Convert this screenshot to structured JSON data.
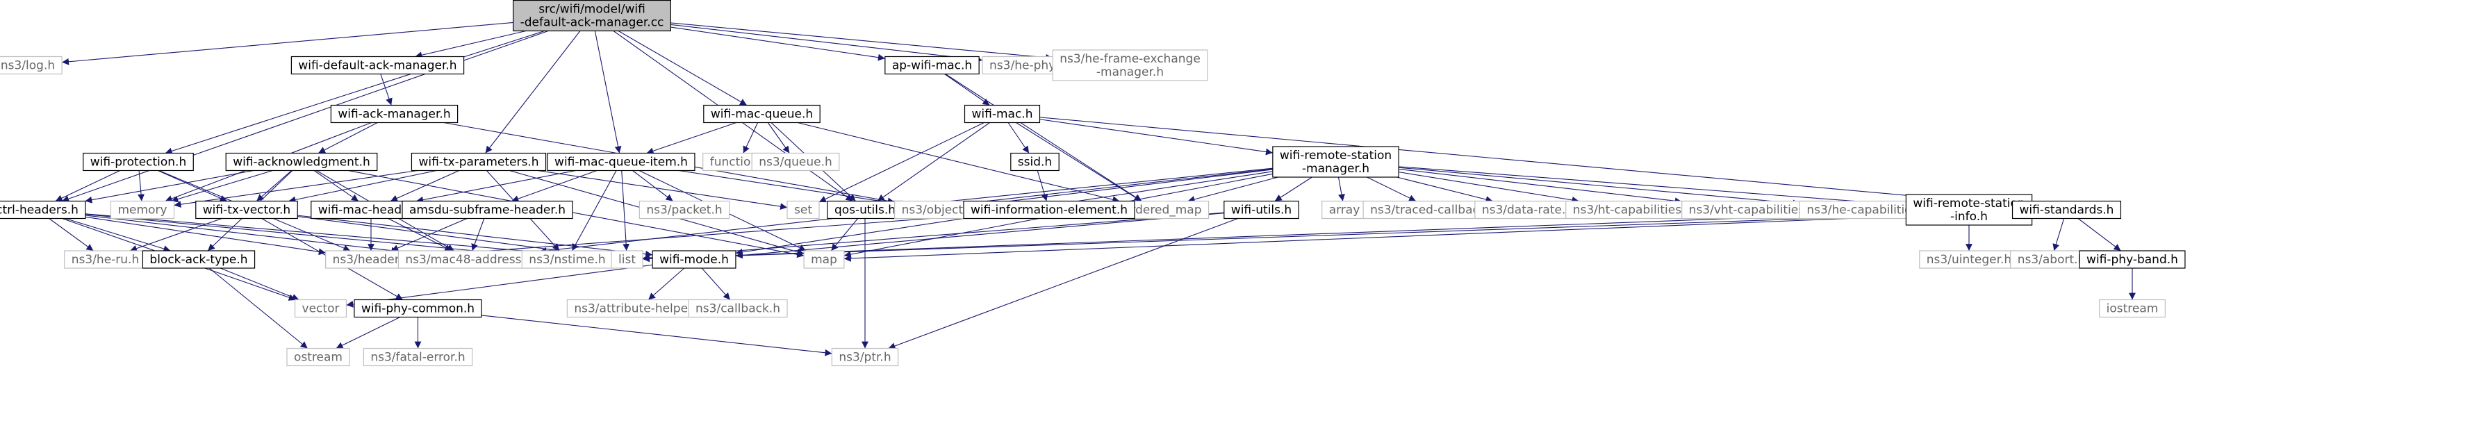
{
  "diagram": {
    "nodes": [
      {
        "id": "root",
        "label": [
          "src/wifi/model/wifi",
          "-default-ack-manager.cc"
        ],
        "kind": "root"
      },
      {
        "id": "log",
        "label": [
          "ns3/log.h"
        ],
        "kind": "external"
      },
      {
        "id": "wdam",
        "label": [
          "wifi-default-ack-manager.h"
        ],
        "kind": "local"
      },
      {
        "id": "apmac",
        "label": [
          "ap-wifi-mac.h"
        ],
        "kind": "local"
      },
      {
        "id": "hephy",
        "label": [
          "ns3/he-phy.h"
        ],
        "kind": "external"
      },
      {
        "id": "hefem",
        "label": [
          "ns3/he-frame-exchange",
          "-manager.h"
        ],
        "kind": "external"
      },
      {
        "id": "wam",
        "label": [
          "wifi-ack-manager.h"
        ],
        "kind": "local"
      },
      {
        "id": "wmq",
        "label": [
          "wifi-mac-queue.h"
        ],
        "kind": "local"
      },
      {
        "id": "wmac",
        "label": [
          "wifi-mac.h"
        ],
        "kind": "local"
      },
      {
        "id": "wprot",
        "label": [
          "wifi-protection.h"
        ],
        "kind": "local"
      },
      {
        "id": "wack",
        "label": [
          "wifi-acknowledgment.h"
        ],
        "kind": "local"
      },
      {
        "id": "wtxp",
        "label": [
          "wifi-tx-parameters.h"
        ],
        "kind": "local"
      },
      {
        "id": "wmqi",
        "label": [
          "wifi-mac-queue-item.h"
        ],
        "kind": "local"
      },
      {
        "id": "functional",
        "label": [
          "functional"
        ],
        "kind": "external"
      },
      {
        "id": "queue",
        "label": [
          "ns3/queue.h"
        ],
        "kind": "external"
      },
      {
        "id": "ssid",
        "label": [
          "ssid.h"
        ],
        "kind": "local"
      },
      {
        "id": "wrsm",
        "label": [
          "wifi-remote-station",
          "-manager.h"
        ],
        "kind": "local"
      },
      {
        "id": "ctrl",
        "label": [
          "ctrl-headers.h"
        ],
        "kind": "local"
      },
      {
        "id": "memory",
        "label": [
          "memory"
        ],
        "kind": "external"
      },
      {
        "id": "wtxv",
        "label": [
          "wifi-tx-vector.h"
        ],
        "kind": "local"
      },
      {
        "id": "wmh",
        "label": [
          "wifi-mac-header.h"
        ],
        "kind": "local"
      },
      {
        "id": "amsdu",
        "label": [
          "amsdu-subframe-header.h"
        ],
        "kind": "local"
      },
      {
        "id": "packet",
        "label": [
          "ns3/packet.h"
        ],
        "kind": "external"
      },
      {
        "id": "set",
        "label": [
          "set"
        ],
        "kind": "external"
      },
      {
        "id": "qos",
        "label": [
          "qos-utils.h"
        ],
        "kind": "local"
      },
      {
        "id": "object",
        "label": [
          "ns3/object.h"
        ],
        "kind": "external"
      },
      {
        "id": "umap",
        "label": [
          "unordered_map"
        ],
        "kind": "external"
      },
      {
        "id": "wie",
        "label": [
          "wifi-information-element.h"
        ],
        "kind": "local"
      },
      {
        "id": "wutils",
        "label": [
          "wifi-utils.h"
        ],
        "kind": "local"
      },
      {
        "id": "array",
        "label": [
          "array"
        ],
        "kind": "external"
      },
      {
        "id": "tcb",
        "label": [
          "ns3/traced-callback.h"
        ],
        "kind": "external"
      },
      {
        "id": "drate",
        "label": [
          "ns3/data-rate.h"
        ],
        "kind": "external"
      },
      {
        "id": "htcap",
        "label": [
          "ns3/ht-capabilities.h"
        ],
        "kind": "external"
      },
      {
        "id": "vhtcap",
        "label": [
          "ns3/vht-capabilities.h"
        ],
        "kind": "external"
      },
      {
        "id": "hecap",
        "label": [
          "ns3/he-capabilities.h"
        ],
        "kind": "external"
      },
      {
        "id": "wrsi",
        "label": [
          "wifi-remote-station",
          "-info.h"
        ],
        "kind": "local"
      },
      {
        "id": "wstd",
        "label": [
          "wifi-standards.h"
        ],
        "kind": "local"
      },
      {
        "id": "heru",
        "label": [
          "ns3/he-ru.h"
        ],
        "kind": "external"
      },
      {
        "id": "bat",
        "label": [
          "block-ack-type.h"
        ],
        "kind": "local"
      },
      {
        "id": "header",
        "label": [
          "ns3/header.h"
        ],
        "kind": "external"
      },
      {
        "id": "mac48",
        "label": [
          "ns3/mac48-address.h"
        ],
        "kind": "external"
      },
      {
        "id": "nstime",
        "label": [
          "ns3/nstime.h"
        ],
        "kind": "external"
      },
      {
        "id": "list",
        "label": [
          "list"
        ],
        "kind": "external"
      },
      {
        "id": "map",
        "label": [
          "map"
        ],
        "kind": "external"
      },
      {
        "id": "wmode",
        "label": [
          "wifi-mode.h"
        ],
        "kind": "local"
      },
      {
        "id": "uinteger",
        "label": [
          "ns3/uinteger.h"
        ],
        "kind": "external"
      },
      {
        "id": "abort",
        "label": [
          "ns3/abort.h"
        ],
        "kind": "external"
      },
      {
        "id": "wpb",
        "label": [
          "wifi-phy-band.h"
        ],
        "kind": "local"
      },
      {
        "id": "vector",
        "label": [
          "vector"
        ],
        "kind": "external"
      },
      {
        "id": "attrh",
        "label": [
          "ns3/attribute-helper.h"
        ],
        "kind": "external"
      },
      {
        "id": "callback",
        "label": [
          "ns3/callback.h"
        ],
        "kind": "external"
      },
      {
        "id": "wpc",
        "label": [
          "wifi-phy-common.h"
        ],
        "kind": "local"
      },
      {
        "id": "iostream",
        "label": [
          "iostream"
        ],
        "kind": "external"
      },
      {
        "id": "ostream",
        "label": [
          "ostream"
        ],
        "kind": "external"
      },
      {
        "id": "fatal",
        "label": [
          "ns3/fatal-error.h"
        ],
        "kind": "external"
      },
      {
        "id": "ptr",
        "label": [
          "ns3/ptr.h"
        ],
        "kind": "external"
      }
    ],
    "edges": [
      [
        "root",
        "log"
      ],
      [
        "root",
        "wdam"
      ],
      [
        "root",
        "apmac"
      ],
      [
        "root",
        "hephy"
      ],
      [
        "root",
        "hefem"
      ],
      [
        "root",
        "wprot"
      ],
      [
        "root",
        "wtxp"
      ],
      [
        "root",
        "wmqi"
      ],
      [
        "root",
        "wmq"
      ],
      [
        "root",
        "qos"
      ],
      [
        "root",
        "ctrl"
      ],
      [
        "wdam",
        "wam"
      ],
      [
        "wam",
        "wack"
      ],
      [
        "wam",
        "memory"
      ],
      [
        "wam",
        "object"
      ],
      [
        "apmac",
        "wmac"
      ],
      [
        "apmac",
        "umap"
      ],
      [
        "wmac",
        "ssid"
      ],
      [
        "wmac",
        "wrsm"
      ],
      [
        "wmac",
        "qos"
      ],
      [
        "wmac",
        "set"
      ],
      [
        "wmac",
        "umap"
      ],
      [
        "wmac",
        "wstd"
      ],
      [
        "wmq",
        "wmqi"
      ],
      [
        "wmq",
        "functional"
      ],
      [
        "wmq",
        "queue"
      ],
      [
        "wmq",
        "qos"
      ],
      [
        "wmq",
        "umap"
      ],
      [
        "wprot",
        "wtxv"
      ],
      [
        "wprot",
        "ctrl"
      ],
      [
        "wprot",
        "memory"
      ],
      [
        "wprot",
        "header"
      ],
      [
        "wack",
        "wtxv"
      ],
      [
        "wack",
        "ctrl"
      ],
      [
        "wack",
        "memory"
      ],
      [
        "wack",
        "wmh"
      ],
      [
        "wack",
        "bat"
      ],
      [
        "wack",
        "mac48"
      ],
      [
        "wack",
        "map"
      ],
      [
        "wtxp",
        "wtxv"
      ],
      [
        "wtxp",
        "wmh"
      ],
      [
        "wtxp",
        "memory"
      ],
      [
        "wtxp",
        "set"
      ],
      [
        "wtxp",
        "nstime"
      ],
      [
        "wtxp",
        "map"
      ],
      [
        "wmqi",
        "wmh"
      ],
      [
        "wmqi",
        "amsdu"
      ],
      [
        "wmqi",
        "packet"
      ],
      [
        "wmqi",
        "object"
      ],
      [
        "wmqi",
        "nstime"
      ],
      [
        "wmqi",
        "list"
      ],
      [
        "wmqi",
        "map"
      ],
      [
        "ssid",
        "wie"
      ],
      [
        "wrsm",
        "wutils"
      ],
      [
        "wrsm",
        "array"
      ],
      [
        "wrsm",
        "tcb"
      ],
      [
        "wrsm",
        "drate"
      ],
      [
        "wrsm",
        "htcap"
      ],
      [
        "wrsm",
        "vhtcap"
      ],
      [
        "wrsm",
        "hecap"
      ],
      [
        "wrsm",
        "wrsi"
      ],
      [
        "wrsm",
        "qos"
      ],
      [
        "wrsm",
        "object"
      ],
      [
        "wrsm",
        "umap"
      ],
      [
        "wrsm",
        "mac48"
      ],
      [
        "wrsm",
        "map"
      ],
      [
        "wrsm",
        "wmode"
      ],
      [
        "ctrl",
        "heru"
      ],
      [
        "ctrl",
        "header"
      ],
      [
        "ctrl",
        "mac48"
      ],
      [
        "ctrl",
        "nstime"
      ],
      [
        "ctrl",
        "bat"
      ],
      [
        "ctrl",
        "vector"
      ],
      [
        "ctrl",
        "list"
      ],
      [
        "wtxv",
        "heru"
      ],
      [
        "wtxv",
        "wmode"
      ],
      [
        "wtxv",
        "wpc"
      ],
      [
        "wtxv",
        "list"
      ],
      [
        "wmh",
        "header"
      ],
      [
        "wmh",
        "mac48"
      ],
      [
        "amsdu",
        "header"
      ],
      [
        "amsdu",
        "mac48"
      ],
      [
        "qos",
        "ptr"
      ],
      [
        "qos",
        "map"
      ],
      [
        "wie",
        "header"
      ],
      [
        "wutils",
        "wmode"
      ],
      [
        "wutils",
        "ptr"
      ],
      [
        "wutils",
        "list"
      ],
      [
        "wrsi",
        "uinteger"
      ],
      [
        "wrsi",
        "list"
      ],
      [
        "wstd",
        "wpb"
      ],
      [
        "wstd",
        "abort"
      ],
      [
        "wstd",
        "list"
      ],
      [
        "wstd",
        "map"
      ],
      [
        "wpb",
        "iostream"
      ],
      [
        "bat",
        "vector"
      ],
      [
        "bat",
        "ostream"
      ],
      [
        "wmode",
        "vector"
      ],
      [
        "wmode",
        "attrh"
      ],
      [
        "wmode",
        "callback"
      ],
      [
        "wpc",
        "ostream"
      ],
      [
        "wpc",
        "fatal"
      ],
      [
        "wpc",
        "ptr"
      ]
    ],
    "colors": {
      "edge": "#191970",
      "root_fill": "#bfbfbf",
      "local_border": "#000000",
      "external_border": "#bfbfbf",
      "external_text": "#666666",
      "text": "#000000"
    }
  }
}
